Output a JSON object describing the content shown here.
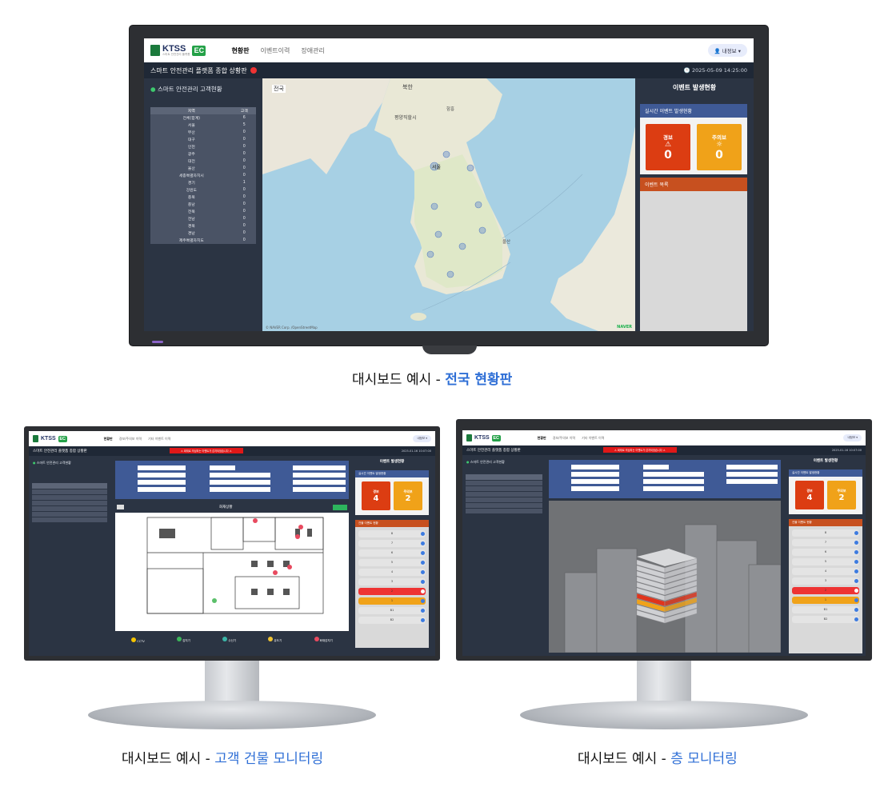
{
  "app": {
    "logo_text": "KTSS",
    "logo_sub": "스마트 안전관리 플랫폼",
    "logo_badge": "EC",
    "nav": [
      {
        "label": "현황판"
      },
      {
        "label": "이벤트이력"
      },
      {
        "label": "장애관리"
      }
    ],
    "nav_small": [
      {
        "label": "현황판"
      },
      {
        "label": "경보/주의보 이력"
      },
      {
        "label": "기타 이벤트 이력"
      }
    ],
    "user_label": "내정보",
    "title": "스마트 안전관리 플랫폼 종합 상황판",
    "clock": "2025-05-09 14:25:00",
    "clock_small": "2025-01-16 10:07:00",
    "alert_banner": "⚠ 회재로 의심되는 이벤트가 감지되었습니다 ⚠"
  },
  "left_panel": {
    "title": "스마트 안전관리 고객현황",
    "columns": [
      "지역",
      "고객"
    ],
    "rows": [
      [
        "전체(합계)",
        "6"
      ],
      [
        "서울",
        "5"
      ],
      [
        "부산",
        "0"
      ],
      [
        "대구",
        "0"
      ],
      [
        "인천",
        "0"
      ],
      [
        "광주",
        "0"
      ],
      [
        "대전",
        "0"
      ],
      [
        "울산",
        "0"
      ],
      [
        "세종특별자치시",
        "0"
      ],
      [
        "경기",
        "1"
      ],
      [
        "강원도",
        "0"
      ],
      [
        "충북",
        "0"
      ],
      [
        "충남",
        "0"
      ],
      [
        "전북",
        "0"
      ],
      [
        "전남",
        "0"
      ],
      [
        "경북",
        "0"
      ],
      [
        "경남",
        "0"
      ],
      [
        "제주특별자치도",
        "0"
      ]
    ]
  },
  "map": {
    "region_label": "전국",
    "labels": [
      "북한",
      "평양직할시",
      "서울",
      "함흥",
      "울산"
    ],
    "copyright": "© NAVER Corp. /OpenStreetMap",
    "brand": "NAVER"
  },
  "right_panel": {
    "title": "이벤트 발생현황",
    "realtime_title": "실시간 이벤트 발생현황",
    "alarm_label": "경보",
    "caution_label": "주의보",
    "alarm_count": "0",
    "caution_count": "0",
    "event_list_title": "이벤트 목록"
  },
  "small_a": {
    "alarm_count": "4",
    "caution_count": "2",
    "floor_title": "건물 이벤트 현황",
    "plan_title": "화재상황",
    "legend": [
      "CCTV",
      "감지기",
      "수신기",
      "유도기",
      "화재감지기"
    ]
  },
  "small_b": {
    "alarm_count": "4",
    "caution_count": "2",
    "floor_title": "건물 이벤트 현황",
    "floors": [
      "8",
      "7",
      "6",
      "5",
      "4",
      "3",
      "2",
      "1",
      "B1",
      "B2"
    ]
  },
  "captions": {
    "prefix": "대시보드 예시 - ",
    "c1": "전국 현황판",
    "c2": "고객 건물 모니터링",
    "c3": "층 모니터링"
  },
  "colors": {
    "accent_blue": "#2f6fd6",
    "alarm_red": "#dc3d12",
    "caution_orange": "#f0a219",
    "panel_bg": "#2b3443"
  }
}
